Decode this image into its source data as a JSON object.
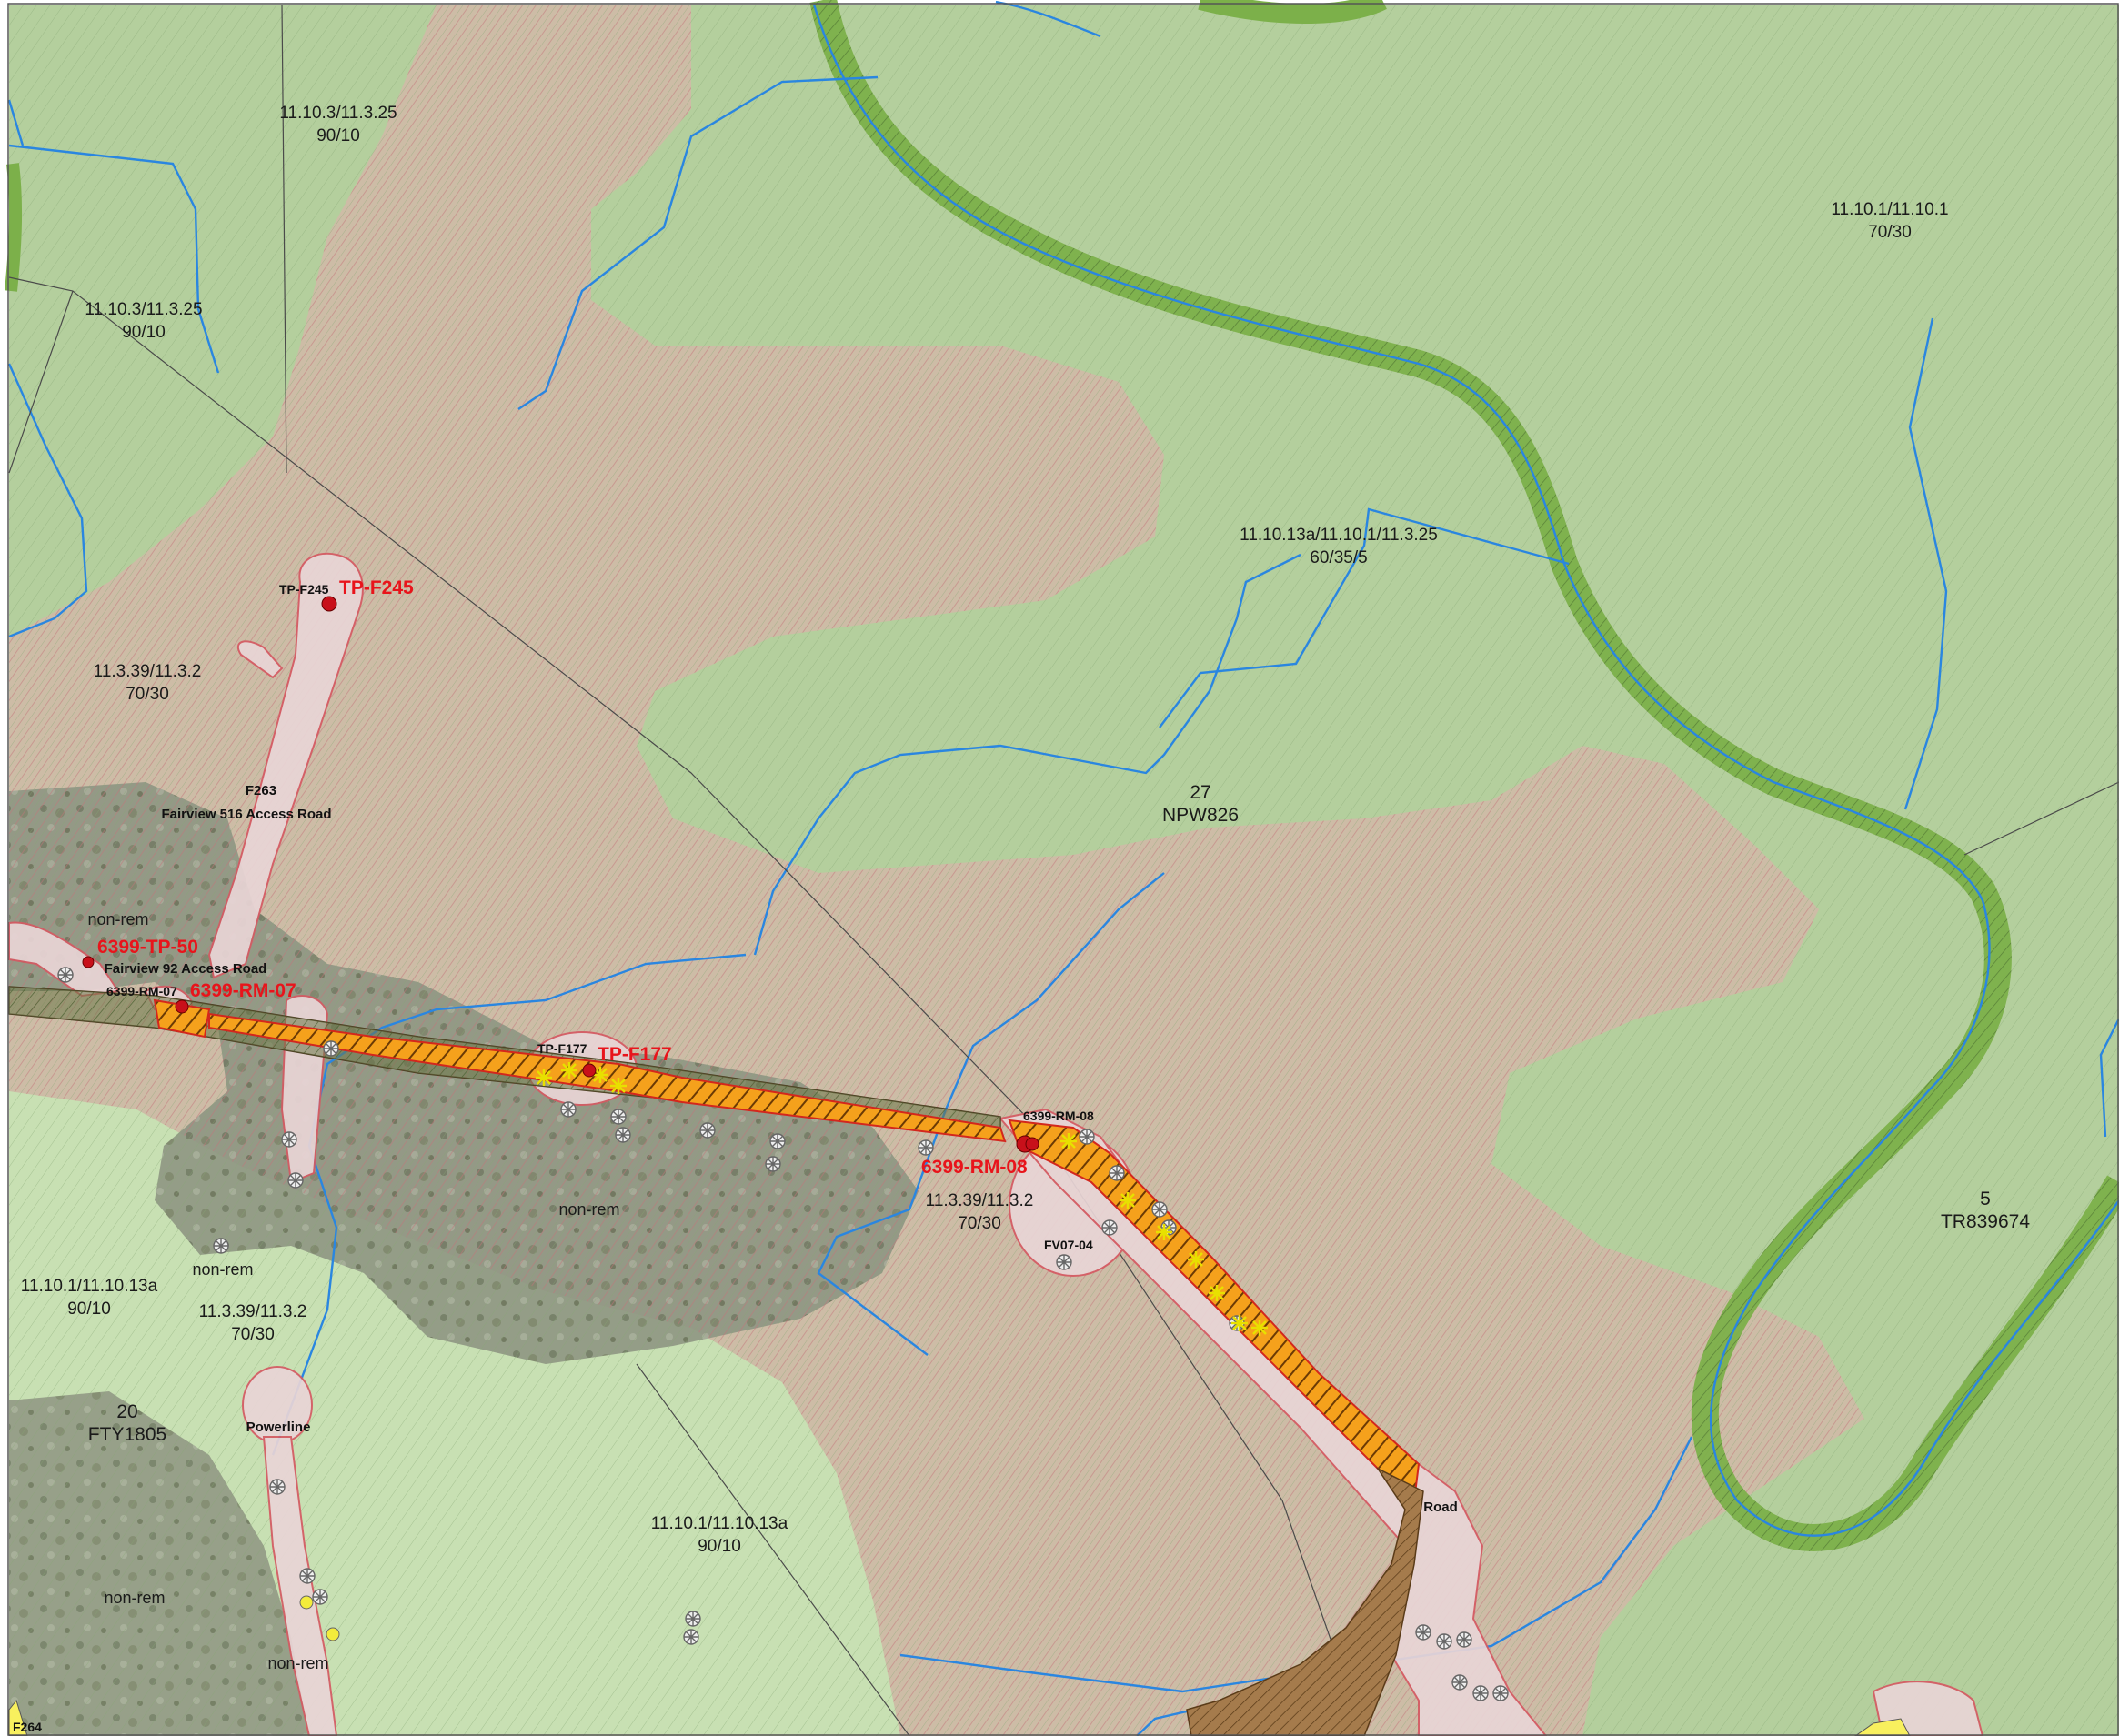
{
  "map": {
    "regional_ecosystem_labels": [
      {
        "code": "11.10.3/11.3.25",
        "ratio": "90/10"
      },
      {
        "code": "11.10.3/11.3.25",
        "ratio": "90/10"
      },
      {
        "code": "11.10.1/11.10.1",
        "ratio": "70/30"
      },
      {
        "code": "11.10.13a/11.10.1/11.3.25",
        "ratio": "60/35/5"
      },
      {
        "code": "11.3.39/11.3.2",
        "ratio": "70/30"
      },
      {
        "code": "11.3.39/11.3.2",
        "ratio": "70/30"
      },
      {
        "code": "11.10.1/11.10.13a",
        "ratio": "90/10"
      },
      {
        "code": "11.3.39/11.3.2",
        "ratio": "70/30"
      },
      {
        "code": "11.10.1/11.10.13a",
        "ratio": "90/10"
      }
    ],
    "lot_labels": [
      {
        "lot": "27",
        "plan": "NPW826"
      },
      {
        "lot": "5",
        "plan": "TR839674"
      },
      {
        "lot": "20",
        "plan": "FTY1805"
      }
    ],
    "non_remnant_labels": [
      "non-rem",
      "non-rem",
      "non-rem",
      "non-rem",
      "non-rem"
    ],
    "road_labels": [
      "F263",
      "Fairview 516 Access Road",
      "Fairview 92 Access Road",
      "Powerline",
      "Road"
    ],
    "feature_ids_red": [
      "TP-F245",
      "6399-TP-50",
      "6399-RM-07",
      "TP-F177",
      "6399-RM-08"
    ],
    "feature_ids_black": [
      "TP-F245",
      "6399-RM-07",
      "TP-F177",
      "6399-RM-08",
      "FV07-04",
      "F264"
    ],
    "colors": {
      "remnant_green": "#b4cf9d",
      "non_remnant_tan": "#cdbca6",
      "riparian_green": "#7cb04a",
      "watercourse": "#2a86e0",
      "disturbance_orange": "#f5a11c",
      "feature_red": "#e8141b",
      "buffer_pink": "#e9d5d6"
    }
  }
}
